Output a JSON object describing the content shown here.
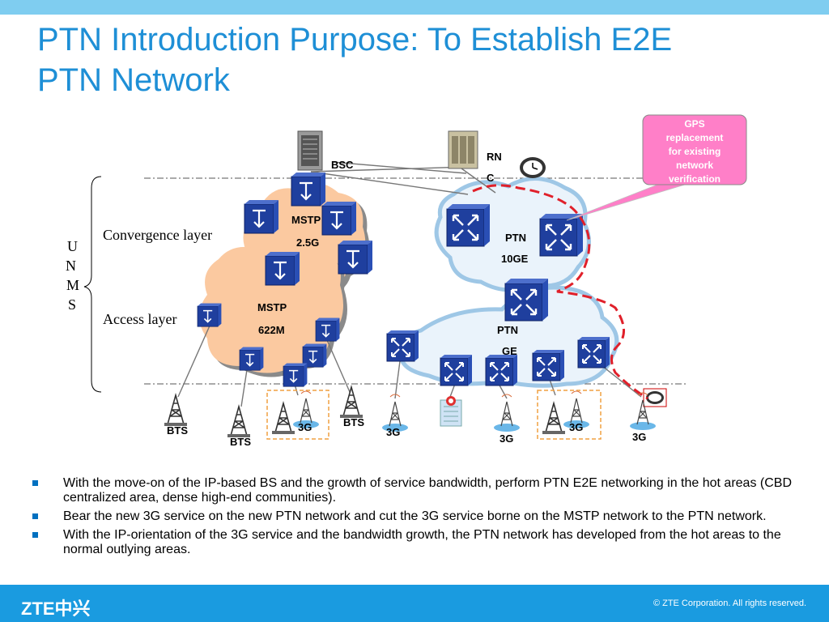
{
  "header": {
    "title_line1": "PTN Introduction Purpose: To Establish E2E",
    "title_line2": "PTN Network"
  },
  "diagram": {
    "bsc": "BSC",
    "rnc_line1": "RN",
    "rnc_line2": "C",
    "unms": [
      "U",
      "N",
      "M",
      "S"
    ],
    "convergence_layer": "Convergence layer",
    "access_layer": "Access layer",
    "mstp_25g_line1": "MSTP",
    "mstp_25g_line2": "2.5G",
    "mstp_622m_line1": "MSTP",
    "mstp_622m_line2": "622M",
    "ptn_10ge_line1": "PTN",
    "ptn_10ge_line2": "10GE",
    "ptn_ge_line1": "PTN",
    "ptn_ge_line2": "GE",
    "gps_callout": [
      "GPS",
      "replacement",
      "for existing",
      "network",
      "verification"
    ],
    "bts": "BTS",
    "threeg": "3G",
    "colors": {
      "mstp_cloud": "#fbc9a0",
      "ptn_cloud": "#e8f2fb",
      "router": "#1f3f9e",
      "callout": "#ff7fc8",
      "ring": "#e0202a"
    }
  },
  "bullets": [
    "With the move-on of the IP-based BS and the growth of service bandwidth, perform PTN E2E networking in the hot areas (CBD centralized area, dense high-end communities).",
    "Bear the new 3G service on the new PTN network and cut the 3G service borne on the MSTP network to the PTN network.",
    "With the IP-orientation of the 3G service and the bandwidth growth, the PTN network has developed from the hot areas to the normal outlying areas."
  ],
  "footer": {
    "logo": "ZTE中兴",
    "copyright": "© ZTE Corporation. All rights reserved."
  }
}
